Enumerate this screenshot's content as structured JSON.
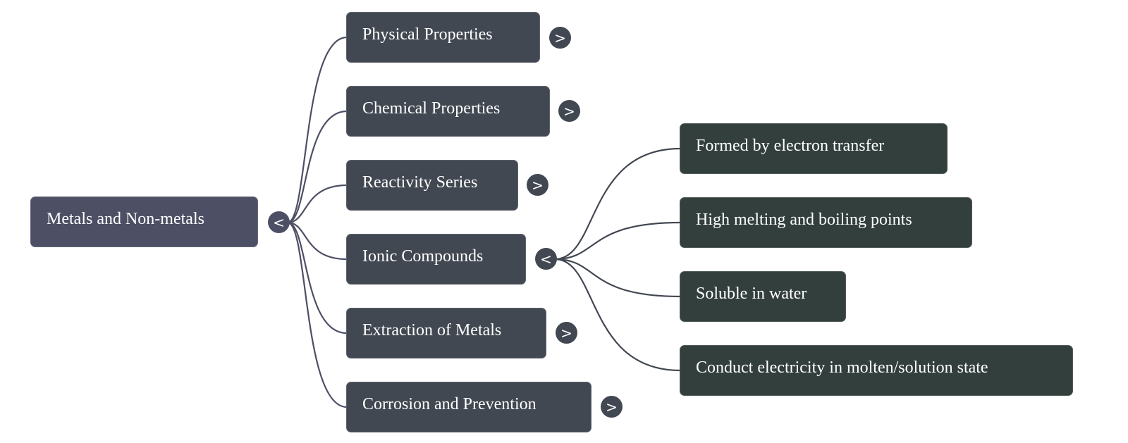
{
  "mindmap": {
    "root": {
      "label": "Metals and Non-metals",
      "toggle": "<",
      "expanded": true
    },
    "branches": [
      {
        "label": "Physical Properties",
        "toggle": ">",
        "expanded": false,
        "children": []
      },
      {
        "label": "Chemical Properties",
        "toggle": ">",
        "expanded": false,
        "children": []
      },
      {
        "label": "Reactivity Series",
        "toggle": ">",
        "expanded": false,
        "children": []
      },
      {
        "label": "Ionic Compounds",
        "toggle": "<",
        "expanded": true,
        "children": [
          {
            "label": "Formed by electron transfer"
          },
          {
            "label": "High melting and boiling points"
          },
          {
            "label": "Soluble in water"
          },
          {
            "label": "Conduct electricity in molten/solution state"
          }
        ]
      },
      {
        "label": "Extraction of Metals",
        "toggle": ">",
        "expanded": false,
        "children": []
      },
      {
        "label": "Corrosion and Prevention",
        "toggle": ">",
        "expanded": false,
        "children": []
      }
    ],
    "colors": {
      "root": "#4d4f65",
      "level1": "#424852",
      "level2": "#323f3d",
      "root_links": "#4d4f65",
      "level1_links": "#424852"
    }
  }
}
